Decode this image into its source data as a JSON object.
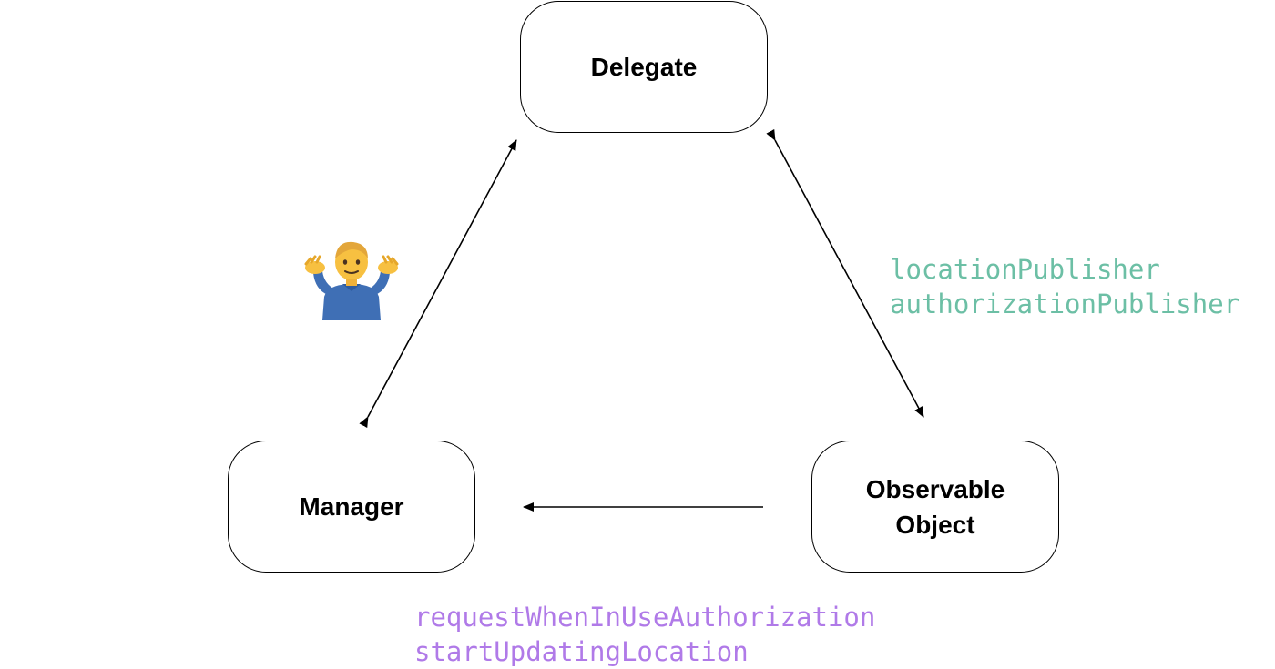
{
  "nodes": {
    "delegate": "Delegate",
    "manager": "Manager",
    "observable": "Observable\nObject"
  },
  "annotations": {
    "publisher_methods": [
      "locationPublisher",
      "authorizationPublisher"
    ],
    "manager_methods": [
      "requestWhenInUseAuthorization",
      "startUpdatingLocation"
    ]
  },
  "emoji": {
    "name": "man-shrugging-icon",
    "char": "🤷‍♂️"
  },
  "edges": [
    {
      "from": "manager",
      "to": "delegate",
      "direction": "both"
    },
    {
      "from": "delegate",
      "to": "observable",
      "direction": "both"
    },
    {
      "from": "observable",
      "to": "manager",
      "direction": "forward"
    }
  ],
  "colors": {
    "publisher_text": "#6cbfa5",
    "method_text": "#b07ae8",
    "stroke": "#000000"
  }
}
